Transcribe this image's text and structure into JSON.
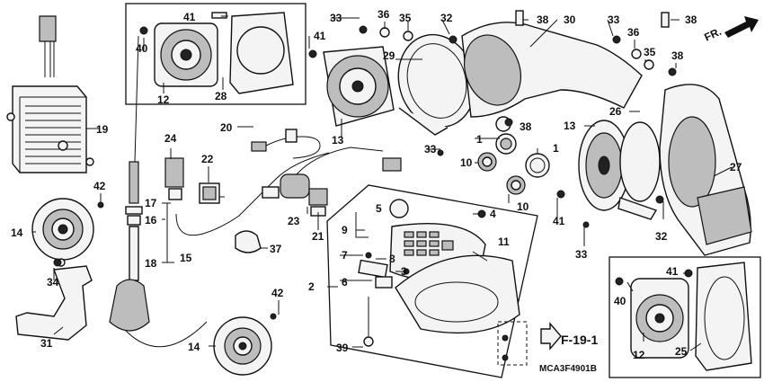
{
  "diagram": {
    "callouts": [
      {
        "id": "c1a",
        "text": "1"
      },
      {
        "id": "c1b",
        "text": "1"
      },
      {
        "id": "c2",
        "text": "2"
      },
      {
        "id": "c3",
        "text": "3"
      },
      {
        "id": "c4",
        "text": "4"
      },
      {
        "id": "c5",
        "text": "5"
      },
      {
        "id": "c6",
        "text": "6"
      },
      {
        "id": "c7",
        "text": "7"
      },
      {
        "id": "c8",
        "text": "8"
      },
      {
        "id": "c9",
        "text": "9"
      },
      {
        "id": "c10a",
        "text": "10"
      },
      {
        "id": "c10b",
        "text": "10"
      },
      {
        "id": "c11",
        "text": "11"
      },
      {
        "id": "c12a",
        "text": "12"
      },
      {
        "id": "c12b",
        "text": "12"
      },
      {
        "id": "c13a",
        "text": "13"
      },
      {
        "id": "c13b",
        "text": "13"
      },
      {
        "id": "c14a",
        "text": "14"
      },
      {
        "id": "c14b",
        "text": "14"
      },
      {
        "id": "c15",
        "text": "15"
      },
      {
        "id": "c16",
        "text": "16"
      },
      {
        "id": "c17",
        "text": "17"
      },
      {
        "id": "c18",
        "text": "18"
      },
      {
        "id": "c19",
        "text": "19"
      },
      {
        "id": "c20",
        "text": "20"
      },
      {
        "id": "c21",
        "text": "21"
      },
      {
        "id": "c22",
        "text": "22"
      },
      {
        "id": "c23",
        "text": "23"
      },
      {
        "id": "c24",
        "text": "24"
      },
      {
        "id": "c25",
        "text": "25"
      },
      {
        "id": "c26",
        "text": "26"
      },
      {
        "id": "c27",
        "text": "27"
      },
      {
        "id": "c28",
        "text": "28"
      },
      {
        "id": "c29",
        "text": "29"
      },
      {
        "id": "c30",
        "text": "30"
      },
      {
        "id": "c31",
        "text": "31"
      },
      {
        "id": "c32a",
        "text": "32"
      },
      {
        "id": "c32b",
        "text": "32"
      },
      {
        "id": "c33a",
        "text": "33"
      },
      {
        "id": "c33b",
        "text": "33"
      },
      {
        "id": "c33c",
        "text": "33"
      },
      {
        "id": "c33d",
        "text": "33"
      },
      {
        "id": "c34",
        "text": "34"
      },
      {
        "id": "c35a",
        "text": "35"
      },
      {
        "id": "c35b",
        "text": "35"
      },
      {
        "id": "c36a",
        "text": "36"
      },
      {
        "id": "c36b",
        "text": "36"
      },
      {
        "id": "c37",
        "text": "37"
      },
      {
        "id": "c38a",
        "text": "38"
      },
      {
        "id": "c38b",
        "text": "38"
      },
      {
        "id": "c38c",
        "text": "38"
      },
      {
        "id": "c38d",
        "text": "38"
      },
      {
        "id": "c39",
        "text": "39"
      },
      {
        "id": "c40a",
        "text": "40"
      },
      {
        "id": "c40b",
        "text": "40"
      },
      {
        "id": "c41a",
        "text": "41"
      },
      {
        "id": "c41b",
        "text": "41"
      },
      {
        "id": "c41c",
        "text": "41"
      },
      {
        "id": "c41d",
        "text": "41"
      },
      {
        "id": "c42a",
        "text": "42"
      },
      {
        "id": "c42b",
        "text": "42"
      }
    ],
    "direction_label": "FR.",
    "page_reference": "F-19-1",
    "drawing_code": "MCA3F4901B"
  }
}
